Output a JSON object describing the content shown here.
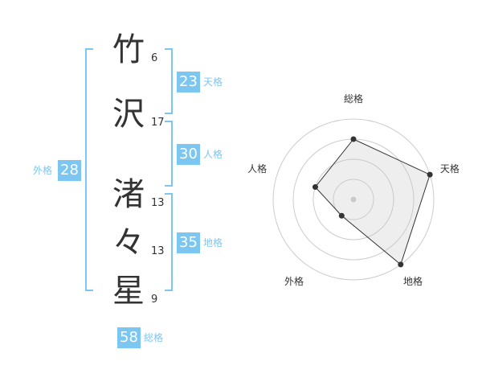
{
  "name": {
    "chars": [
      {
        "char": "竹",
        "strokes": "6"
      },
      {
        "char": "沢",
        "strokes": "17"
      },
      {
        "char": "渚",
        "strokes": "13"
      },
      {
        "char": "々",
        "strokes": "13"
      },
      {
        "char": "星",
        "strokes": "9"
      }
    ]
  },
  "fortunes": {
    "tenkaku": {
      "value": "23",
      "label": "天格"
    },
    "jinkaku": {
      "value": "30",
      "label": "人格"
    },
    "chikaku": {
      "value": "35",
      "label": "地格"
    },
    "gaikaku": {
      "value": "28",
      "label": "外格"
    },
    "soukaku": {
      "value": "58",
      "label": "総格"
    }
  },
  "colors": {
    "accent": "#7cc7f2",
    "text": "#333333",
    "grid": "#cccccc",
    "fill": "#eeeeee"
  },
  "chart_data": {
    "type": "radar",
    "axes": [
      "総格",
      "天格",
      "地格",
      "外格",
      "人格"
    ],
    "levels": 4,
    "max": 4,
    "values": [
      3,
      4,
      4,
      1,
      2
    ]
  }
}
